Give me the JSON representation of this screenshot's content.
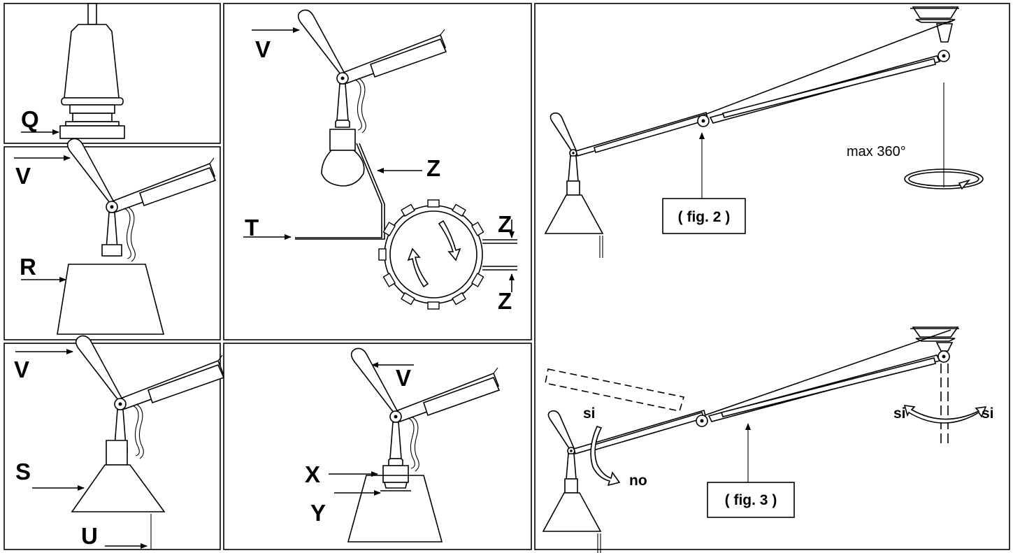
{
  "labels": {
    "q": "Q",
    "v": "V",
    "r": "R",
    "s": "S",
    "u": "U",
    "t": "T",
    "z": "Z",
    "x": "X",
    "y": "Y",
    "si": "si",
    "no": "no"
  },
  "rotation_text": "max 360°",
  "fig2": "( fig. 2 )",
  "fig3": "( fig. 3 )"
}
